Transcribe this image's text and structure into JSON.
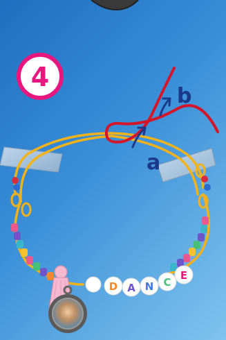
{
  "step": {
    "number": "4"
  },
  "labels": {
    "a": "a",
    "b": "b"
  },
  "charm_word": [
    "D",
    "A",
    "N",
    "C",
    "E"
  ],
  "colors": {
    "background_dark": "#1f6fc0",
    "background_light": "#7fc4ee",
    "step_ring": "#e8177f",
    "knot_cord": "#d4162b",
    "label": "#1b3a8c",
    "cord": "#f2b21c",
    "tape": "#b9cde0",
    "tassel": "#f6b8cf"
  },
  "icons": [
    "knot-diagram-icon",
    "tape-strip-icon",
    "tassel-icon",
    "photo-charm-icon"
  ]
}
